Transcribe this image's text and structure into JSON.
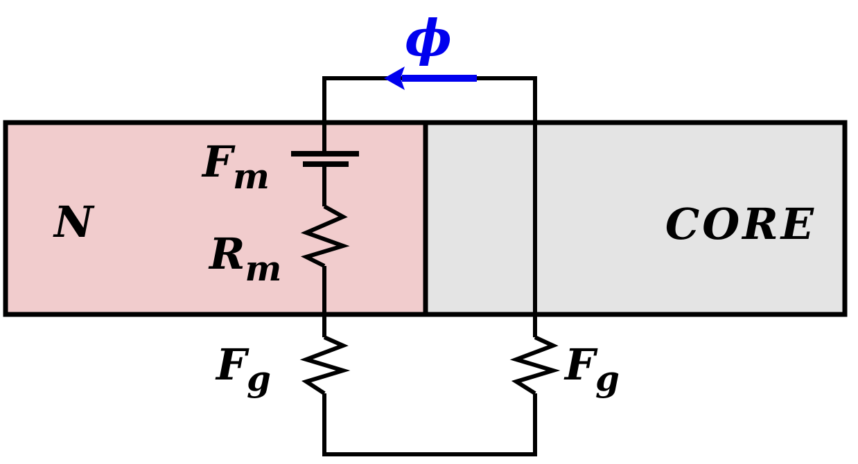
{
  "colors": {
    "magnet_fill": "#f1cccd",
    "core_fill": "#e4e4e4",
    "wire": "#000000",
    "flux": "#0000ee"
  },
  "labels": {
    "flux_symbol": "ϕ",
    "magnet_region": "N",
    "core_region": "CORE",
    "mmf_source": {
      "base": "F",
      "sub": "m"
    },
    "magnet_reluctance": {
      "base": "R",
      "sub": "m"
    },
    "gap_left": {
      "base": "F",
      "sub": "g"
    },
    "gap_right": {
      "base": "F",
      "sub": "g"
    }
  },
  "icons": {
    "flux_arrow": "arrow-left-icon",
    "source": "battery-icon",
    "resistor": "resistor-zigzag-icon"
  }
}
